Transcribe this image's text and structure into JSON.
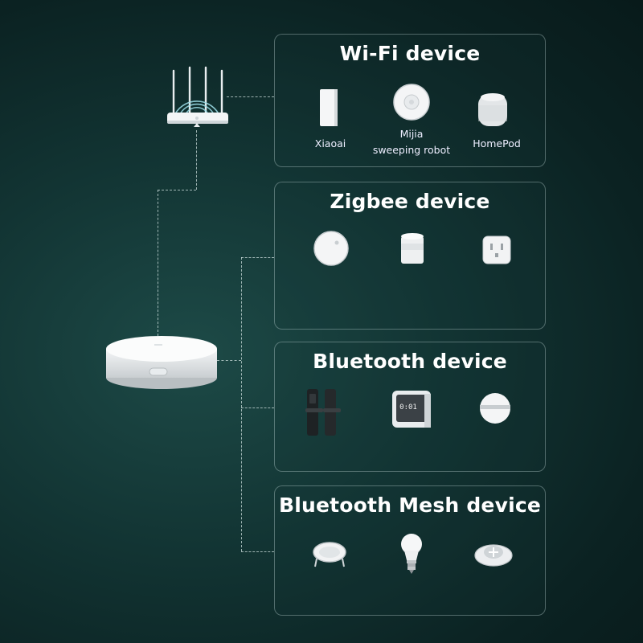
{
  "panels": [
    {
      "title": "Wi-Fi device",
      "devices": [
        {
          "label": "Xiaoai",
          "icon": "speaker-icon"
        },
        {
          "label": "Mijia\nsweeping robot",
          "icon": "robot-vacuum-icon"
        },
        {
          "label": "HomePod",
          "icon": "homepod-icon"
        }
      ]
    },
    {
      "title": "Zigbee device",
      "devices": [
        {
          "icon": "round-sensor-icon"
        },
        {
          "icon": "cylinder-sensor-icon"
        },
        {
          "icon": "smart-plug-icon"
        }
      ]
    },
    {
      "title": "Bluetooth device",
      "devices": [
        {
          "icon": "door-lock-icon"
        },
        {
          "icon": "clock-display-icon",
          "display": "0:01"
        },
        {
          "icon": "night-light-icon"
        }
      ]
    },
    {
      "title": "Bluetooth Mesh device",
      "devices": [
        {
          "icon": "downlight-icon"
        },
        {
          "icon": "bulb-icon"
        },
        {
          "icon": "spotlight-icon"
        }
      ]
    }
  ],
  "hub": {
    "icon": "gateway-hub-icon"
  },
  "router": {
    "icon": "router-icon"
  },
  "colors": {
    "line": "#dcebe9",
    "panel_border": "#d2e6e4",
    "background": "#123433"
  }
}
